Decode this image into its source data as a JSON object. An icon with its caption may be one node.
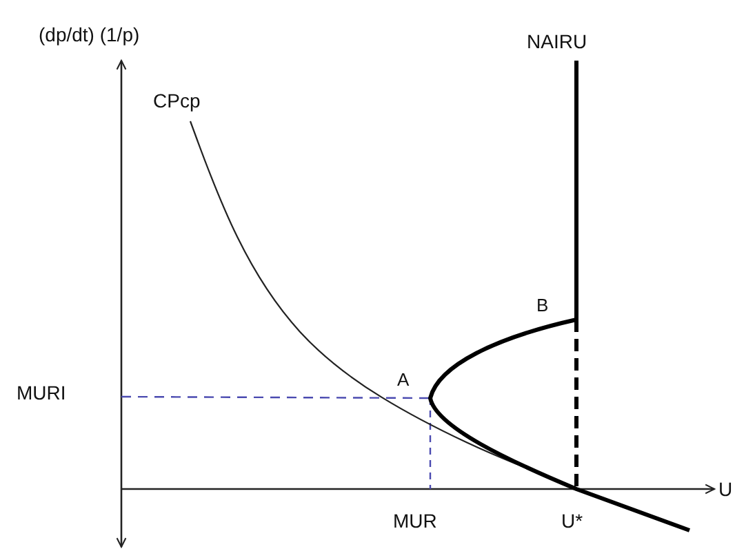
{
  "diagram": {
    "labels": [
      "(dp/dt) (1/p)",
      "CPcp",
      "NAIRU",
      "B",
      "A",
      "MURI",
      "MUR",
      "U*",
      "U"
    ]
  }
}
